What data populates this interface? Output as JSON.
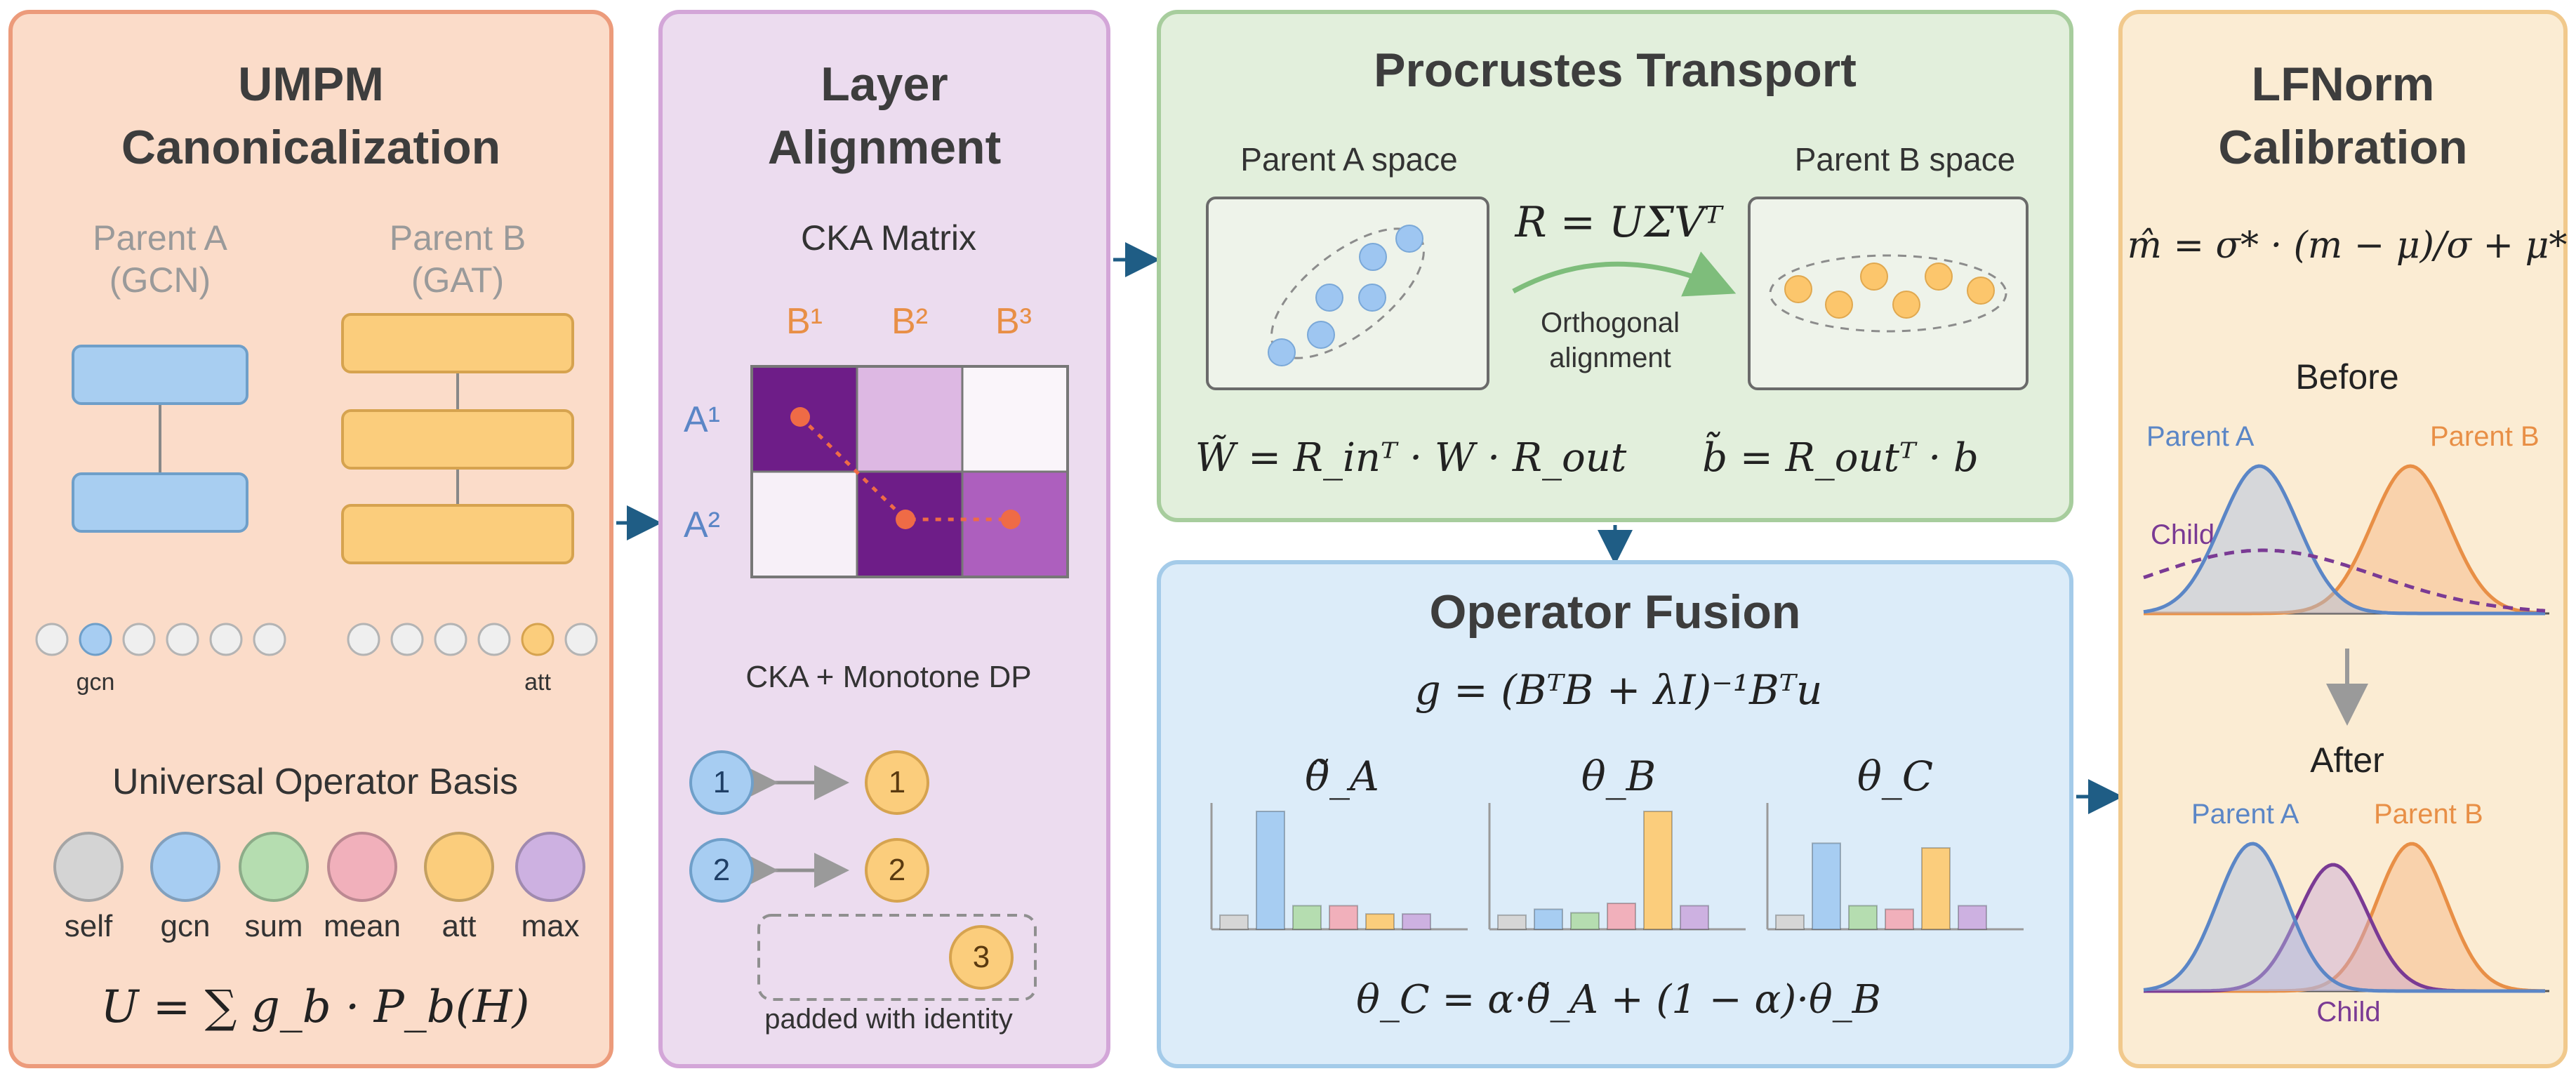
{
  "umpm": {
    "title_line1": "UMPM",
    "title_line2": "Canonicalization",
    "parent_a_line1": "Parent A",
    "parent_a_line2": "(GCN)",
    "parent_b_line1": "Parent B",
    "parent_b_line2": "(GAT)",
    "dot_label_a": "gcn",
    "dot_label_b": "att",
    "basis_title": "Universal Operator Basis",
    "basis": [
      {
        "label": "self",
        "color": "#d4d4d4"
      },
      {
        "label": "gcn",
        "color": "#a7cdf2"
      },
      {
        "label": "sum",
        "color": "#b5ddb0"
      },
      {
        "label": "mean",
        "color": "#f1b0bb"
      },
      {
        "label": "att",
        "color": "#fbcd7c"
      },
      {
        "label": "max",
        "color": "#cdb1e1"
      }
    ],
    "formula": "U = ∑ g_b · P_b(H)"
  },
  "layer": {
    "title_line1": "Layer",
    "title_line2": "Alignment",
    "cka_title": "CKA Matrix",
    "col_labels": [
      "B¹",
      "B²",
      "B³"
    ],
    "row_labels": [
      "A¹",
      "A²"
    ],
    "dp_title": "CKA + Monotone DP",
    "pairs": [
      {
        "left": "1",
        "right": "1"
      },
      {
        "left": "2",
        "right": "2"
      }
    ],
    "padded_num": "3",
    "padded_text": "padded with identity"
  },
  "procrustes": {
    "title": "Procrustes Transport",
    "space_a": "Parent A space",
    "space_b": "Parent B space",
    "rotation": "R = UΣVᵀ",
    "arrow_line1": "Orthogonal",
    "arrow_line2": "alignment",
    "w_formula": "W̃ = R_inᵀ · W · R_out",
    "b_formula": "b̃ = R_outᵀ · b"
  },
  "fusion": {
    "title": "Operator Fusion",
    "g_formula": "g = (BᵀB + λI)⁻¹Bᵀu",
    "charts": [
      {
        "label": "θ̃_A",
        "values": [
          0.12,
          1.0,
          0.2,
          0.2,
          0.13,
          0.13
        ]
      },
      {
        "label": "θ_B",
        "values": [
          0.12,
          0.17,
          0.14,
          0.22,
          1.0,
          0.2
        ]
      },
      {
        "label": "θ_C",
        "values": [
          0.12,
          0.73,
          0.2,
          0.17,
          0.69,
          0.2
        ]
      }
    ],
    "bar_colors": [
      "#d6d6d6",
      "#a7cdf2",
      "#b5ddb0",
      "#f1b0bb",
      "#fbcd7c",
      "#cdb1e1"
    ],
    "mix_formula": "θ_C = α·θ̃_A + (1 − α)·θ_B"
  },
  "lfnorm": {
    "title_line1": "LFNorm",
    "title_line2": "Calibration",
    "formula": "m̂ = σ* · (m − μ)/σ + μ*",
    "before": "Before",
    "after": "After",
    "parent_a": "Parent A",
    "parent_b": "Parent B",
    "child": "Child",
    "colors": {
      "parent_a": "#5b86c6",
      "parent_b": "#e88f46",
      "child": "#7a3a94"
    }
  }
}
